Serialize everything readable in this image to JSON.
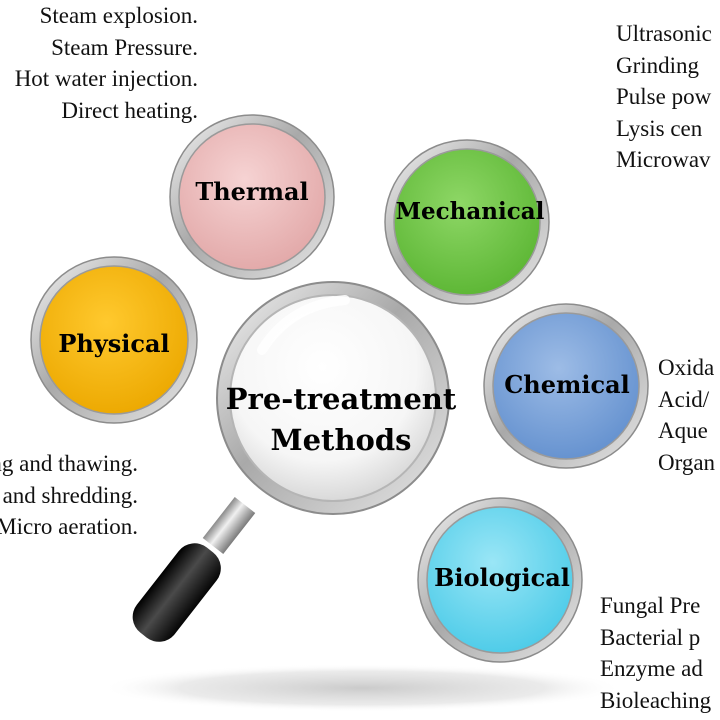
{
  "center": {
    "line1": "Pre-treatment",
    "line2": "Methods"
  },
  "nodes": [
    {
      "id": "thermal",
      "label": "Thermal",
      "color": "#e9b7b7"
    },
    {
      "id": "mechanical",
      "label": "Mechanical",
      "color": "#72c84a"
    },
    {
      "id": "physical",
      "label": "Physical",
      "color": "#f6b712"
    },
    {
      "id": "chemical",
      "label": "Chemical",
      "color": "#7aa4da"
    },
    {
      "id": "biological",
      "label": "Biological",
      "color": "#6cd8ef"
    }
  ],
  "lists": {
    "thermal": [
      "Steam explosion.",
      "Steam Pressure.",
      "Hot water injection.",
      "Direct heating."
    ],
    "mechanical": [
      "Ultrasonic",
      "Grinding",
      "Pulse pow",
      "Lysis cen",
      "Microwav"
    ],
    "physical": [
      "Freezing and thawing.",
      "Milling and shredding.",
      "Micro aeration."
    ],
    "chemical": [
      "Oxida",
      "Acid/",
      "Aque",
      "Organ"
    ],
    "biological": [
      "Fungal Pre",
      "Bacterial p",
      "Enzyme ad",
      "Bioleaching"
    ]
  }
}
